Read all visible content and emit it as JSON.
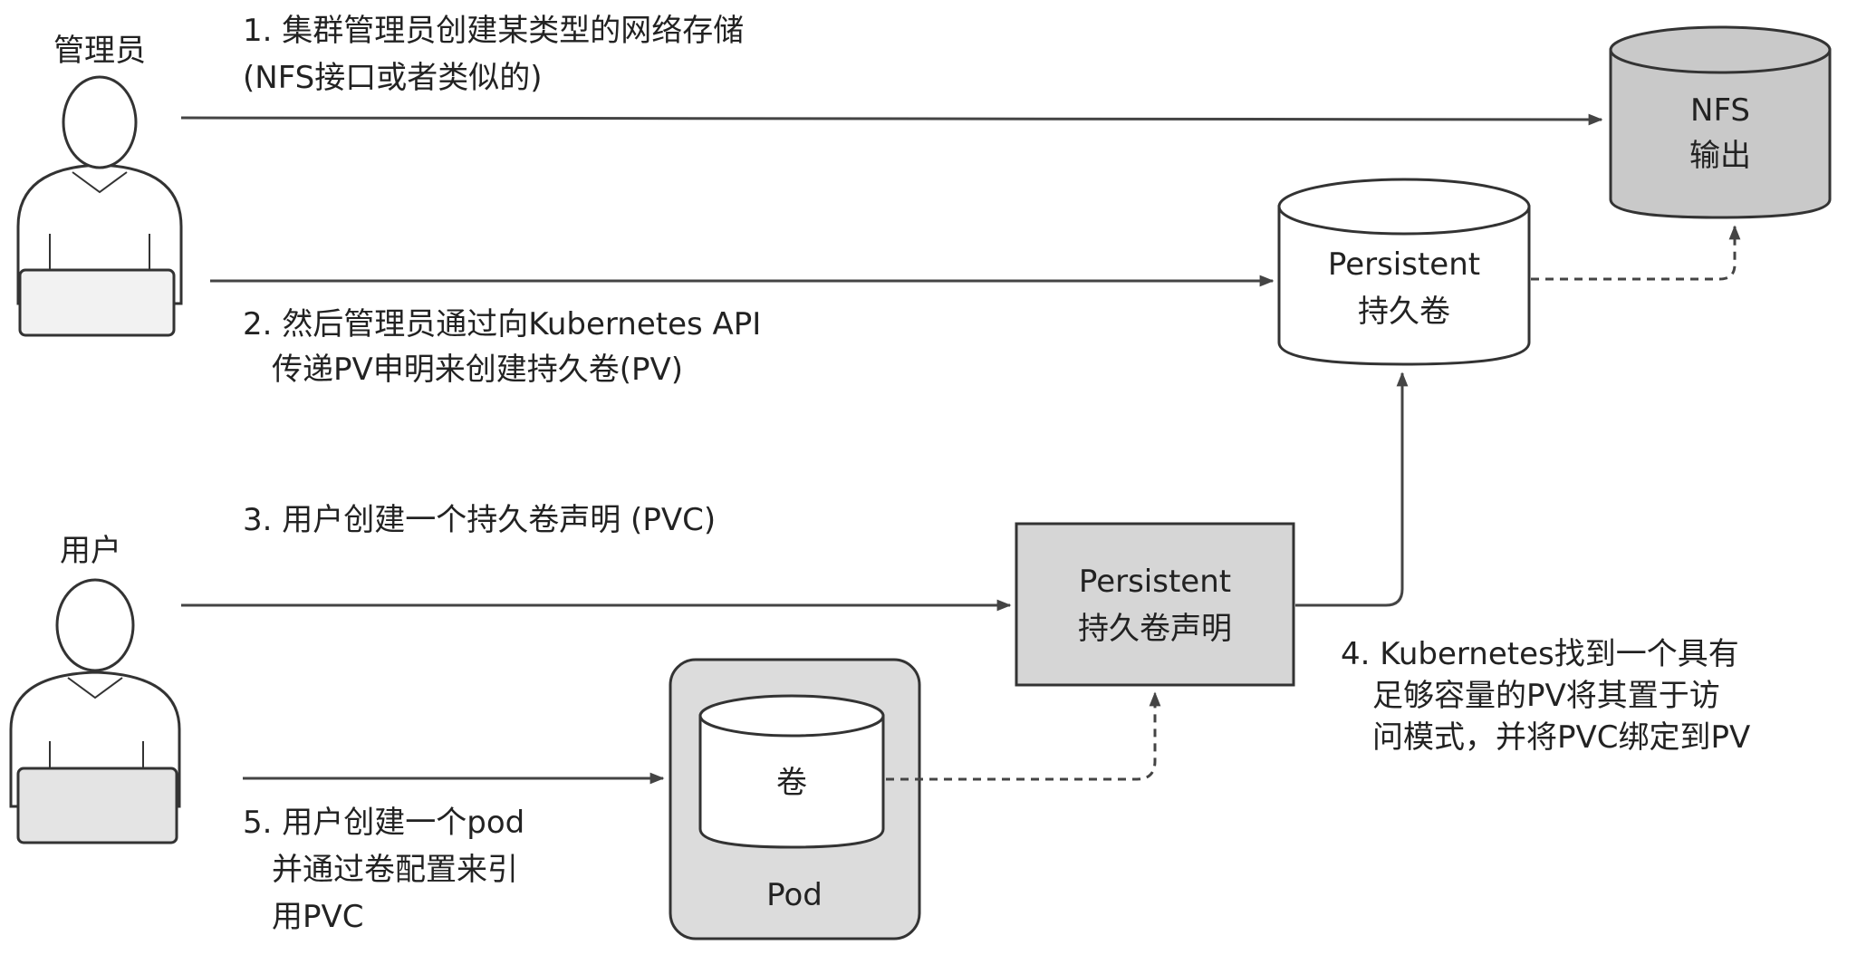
{
  "actors": {
    "admin_label": "管理员",
    "user_label": "用户"
  },
  "steps": {
    "step1": [
      "1.  集群管理员创建某类型的网络存储",
      "(NFS接口或者类似的)"
    ],
    "step2": [
      "2. 然后管理员通过向Kubernetes API",
      "传递PV申明来创建持久卷(PV)"
    ],
    "step3": [
      "3. 用户创建一个持久卷声明 (PVC)"
    ],
    "step4": [
      "4. Kubernetes找到一个具有",
      "足够容量的PV将其置于访",
      "问模式，并将PVC绑定到PV"
    ],
    "step5": [
      "5. 用户创建一个pod",
      "并通过卷配置来引",
      "用PVC"
    ]
  },
  "nodes": {
    "nfs": [
      "NFS",
      "输出"
    ],
    "pv": [
      "Persistent",
      "持久卷"
    ],
    "pvc": [
      "Persistent",
      "持久卷声明"
    ],
    "pod_volume": "卷",
    "pod": "Pod"
  },
  "colors": {
    "line": "#444444",
    "nfs_fill": "#c9c9c9",
    "pvc_fill": "#d6d6d6",
    "pod_fill": "#dcdcdc",
    "white": "#ffffff"
  }
}
